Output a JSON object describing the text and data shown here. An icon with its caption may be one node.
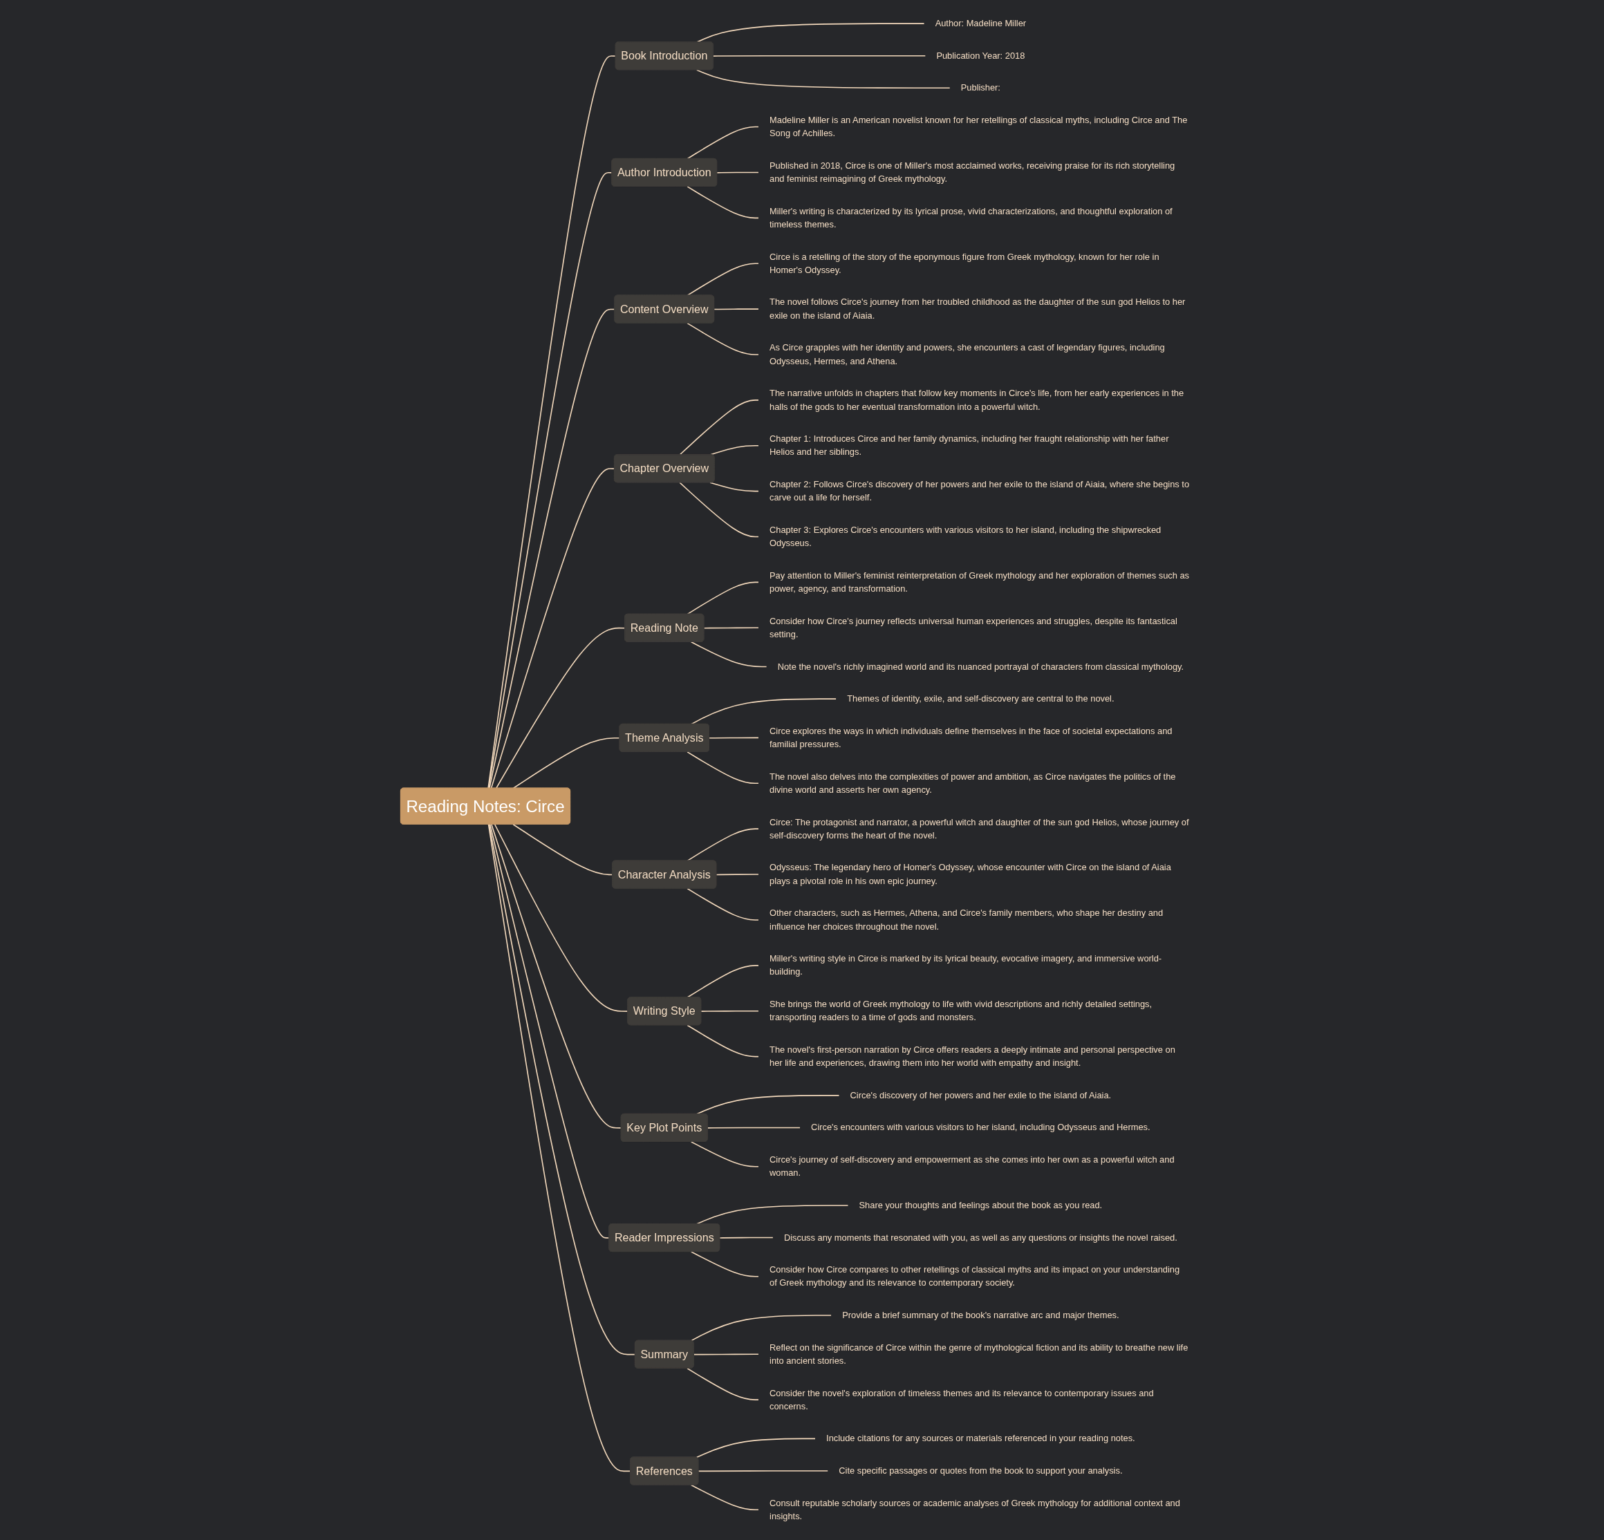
{
  "diagram": {
    "nodes": [
      {
        "text": [
          "Reading Notes: Circe"
        ]
      },
      {
        "text": [
          "Book Introduction"
        ]
      },
      {
        "text": [
          "Author: Madeline Miller"
        ]
      },
      {
        "text": [
          "Publication Year: 2018"
        ]
      },
      {
        "text": [
          "Publisher:"
        ]
      },
      {
        "text": [
          "Author Introduction"
        ]
      },
      {
        "text": [
          "Madeline Miller is an American novelist known for her retellings of classical myths, including Circe and The Song of Achilles."
        ]
      },
      {
        "text": [
          "Published in 2018, Circe is one of Miller's most acclaimed works, receiving praise for its rich storytelling and feminist reimagining of Greek mythology."
        ]
      },
      {
        "text": [
          "Miller's writing is characterized by its lyrical prose, vivid characterizations, and thoughtful exploration of timeless themes."
        ]
      },
      {
        "text": [
          "Content Overview"
        ]
      },
      {
        "text": [
          "Circe is a retelling of the story of the eponymous figure from Greek mythology, known for her role in Homer's Odyssey."
        ]
      },
      {
        "text": [
          "The novel follows Circe's journey from her troubled childhood as the daughter of the sun god Helios to her exile on the island of Aiaia."
        ]
      },
      {
        "text": [
          "As Circe grapples with her identity and powers, she encounters a cast of legendary figures, including Odysseus, Hermes, and Athena."
        ]
      },
      {
        "text": [
          "Chapter Overview"
        ]
      },
      {
        "text": [
          "The narrative unfolds in chapters that follow key moments in Circe's life, from her early experiences in the halls of the gods to her eventual transformation into a powerful witch."
        ]
      },
      {
        "text": [
          "Chapter 1: Introduces Circe and her family dynamics, including her fraught relationship with her father Helios and her siblings."
        ]
      },
      {
        "text": [
          "Chapter 2: Follows Circe's discovery of her powers and her exile to the island of Aiaia, where she begins to carve out a life for herself."
        ]
      },
      {
        "text": [
          "Chapter 3: Explores Circe's encounters with various visitors to her island, including the shipwrecked Odysseus."
        ]
      },
      {
        "text": [
          "Reading Note"
        ]
      },
      {
        "text": [
          "Pay attention to Miller's feminist reinterpretation of Greek mythology and her exploration of themes such as power, agency, and transformation."
        ]
      },
      {
        "text": [
          "Consider how Circe's journey reflects universal human experiences and struggles, despite its fantastical setting."
        ]
      },
      {
        "text": [
          "Note the novel's richly imagined world and its nuanced portrayal of characters from classical mythology."
        ]
      },
      {
        "text": [
          "Theme Analysis"
        ]
      },
      {
        "text": [
          "Themes of identity, exile, and self-discovery are central to the novel."
        ]
      },
      {
        "text": [
          "Circe explores the ways in which individuals define themselves in the face of societal expectations and familial pressures."
        ]
      },
      {
        "text": [
          "The novel also delves into the complexities of power and ambition, as Circe navigates the politics of the divine world and asserts her own agency."
        ]
      },
      {
        "text": [
          "Character Analysis"
        ]
      },
      {
        "text": [
          "Circe: The protagonist and narrator, a powerful witch and daughter of the sun god Helios, whose journey of self-discovery forms the heart of the novel."
        ]
      },
      {
        "text": [
          "Odysseus: The legendary hero of Homer's Odyssey, whose encounter with Circe on the island of Aiaia plays a pivotal role in his own epic journey."
        ]
      },
      {
        "text": [
          "Other characters, such as Hermes, Athena, and Circe's family members, who shape her destiny and influence her choices throughout the novel."
        ]
      },
      {
        "text": [
          "Writing Style"
        ]
      },
      {
        "text": [
          "Miller's writing style in Circe is marked by its lyrical beauty, evocative imagery, and immersive world-building."
        ]
      },
      {
        "text": [
          "She brings the world of Greek mythology to life with vivid descriptions and richly detailed settings, transporting readers to a time of gods and monsters."
        ]
      },
      {
        "text": [
          "The novel's first-person narration by Circe offers readers a deeply intimate and personal perspective on her life and experiences, drawing them into her world with empathy and insight."
        ]
      },
      {
        "text": [
          "Key Plot Points"
        ]
      },
      {
        "text": [
          "Circe's discovery of her powers and her exile to the island of Aiaia."
        ]
      },
      {
        "text": [
          "Circe's encounters with various visitors to her island, including Odysseus and Hermes."
        ]
      },
      {
        "text": [
          "Circe's journey of self-discovery and empowerment as she comes into her own as a powerful witch and woman."
        ]
      },
      {
        "text": [
          "Reader Impressions"
        ]
      },
      {
        "text": [
          "Share your thoughts and feelings about the book as you read."
        ]
      },
      {
        "text": [
          "Discuss any moments that resonated with you, as well as any questions or insights the novel raised."
        ]
      },
      {
        "text": [
          "Consider how Circe compares to other retellings of classical myths and its impact on your understanding of Greek mythology and its relevance to contemporary society."
        ]
      },
      {
        "text": [
          "Summary"
        ]
      },
      {
        "text": [
          "Provide a brief summary of the book's narrative arc and major themes."
        ]
      },
      {
        "text": [
          "Reflect on the significance of Circe within the genre of mythological fiction and its ability to breathe new life into ancient stories."
        ]
      },
      {
        "text": [
          "Consider the novel's exploration of timeless themes and its relevance to contemporary issues and concerns."
        ]
      },
      {
        "text": [
          "References"
        ]
      },
      {
        "text": [
          "Include citations for any sources or materials referenced in your reading notes."
        ]
      },
      {
        "text": [
          "Cite specific passages or quotes from the book to support your analysis."
        ]
      },
      {
        "text": [
          "Consult reputable scholarly sources or academic analyses of Greek mythology for additional context and insights."
        ]
      }
    ],
    "edges": [
      {
        "from": 0,
        "to": 1,
        "arrow": "none"
      },
      {
        "from": 1,
        "to": 2,
        "arrow": "none"
      },
      {
        "from": 1,
        "to": 3,
        "arrow": "none"
      },
      {
        "from": 1,
        "to": 4,
        "arrow": "none"
      },
      {
        "from": 0,
        "to": 5,
        "arrow": "none"
      },
      {
        "from": 5,
        "to": 6,
        "arrow": "none"
      },
      {
        "from": 5,
        "to": 7,
        "arrow": "none"
      },
      {
        "from": 5,
        "to": 8,
        "arrow": "none"
      },
      {
        "from": 0,
        "to": 9,
        "arrow": "none"
      },
      {
        "from": 9,
        "to": 10,
        "arrow": "none"
      },
      {
        "from": 9,
        "to": 11,
        "arrow": "none"
      },
      {
        "from": 9,
        "to": 12,
        "arrow": "none"
      },
      {
        "from": 0,
        "to": 13,
        "arrow": "none"
      },
      {
        "from": 13,
        "to": 14,
        "arrow": "none"
      },
      {
        "from": 13,
        "to": 15,
        "arrow": "none"
      },
      {
        "from": 13,
        "to": 16,
        "arrow": "none"
      },
      {
        "from": 13,
        "to": 17,
        "arrow": "none"
      },
      {
        "from": 0,
        "to": 18,
        "arrow": "none"
      },
      {
        "from": 18,
        "to": 19,
        "arrow": "none"
      },
      {
        "from": 18,
        "to": 20,
        "arrow": "none"
      },
      {
        "from": 18,
        "to": 21,
        "arrow": "none"
      },
      {
        "from": 0,
        "to": 22,
        "arrow": "none"
      },
      {
        "from": 22,
        "to": 23,
        "arrow": "none"
      },
      {
        "from": 22,
        "to": 24,
        "arrow": "none"
      },
      {
        "from": 22,
        "to": 25,
        "arrow": "none"
      },
      {
        "from": 0,
        "to": 26,
        "arrow": "none"
      },
      {
        "from": 26,
        "to": 27,
        "arrow": "none"
      },
      {
        "from": 26,
        "to": 28,
        "arrow": "none"
      },
      {
        "from": 26,
        "to": 29,
        "arrow": "none"
      },
      {
        "from": 0,
        "to": 30,
        "arrow": "none"
      },
      {
        "from": 30,
        "to": 31,
        "arrow": "none"
      },
      {
        "from": 30,
        "to": 32,
        "arrow": "none"
      },
      {
        "from": 30,
        "to": 33,
        "arrow": "none"
      },
      {
        "from": 0,
        "to": 34,
        "arrow": "none"
      },
      {
        "from": 34,
        "to": 35,
        "arrow": "none"
      },
      {
        "from": 34,
        "to": 36,
        "arrow": "none"
      },
      {
        "from": 34,
        "to": 37,
        "arrow": "none"
      },
      {
        "from": 0,
        "to": 38,
        "arrow": "none"
      },
      {
        "from": 38,
        "to": 39,
        "arrow": "none"
      },
      {
        "from": 38,
        "to": 40,
        "arrow": "none"
      },
      {
        "from": 38,
        "to": 41,
        "arrow": "none"
      },
      {
        "from": 0,
        "to": 42,
        "arrow": "none"
      },
      {
        "from": 42,
        "to": 43,
        "arrow": "none"
      },
      {
        "from": 42,
        "to": 44,
        "arrow": "none"
      },
      {
        "from": 42,
        "to": 45,
        "arrow": "none"
      },
      {
        "from": 0,
        "to": 46,
        "arrow": "none"
      },
      {
        "from": 46,
        "to": 47,
        "arrow": "none"
      },
      {
        "from": 46,
        "to": 48,
        "arrow": "none"
      },
      {
        "from": 46,
        "to": 49,
        "arrow": "none"
      }
    ]
  }
}
